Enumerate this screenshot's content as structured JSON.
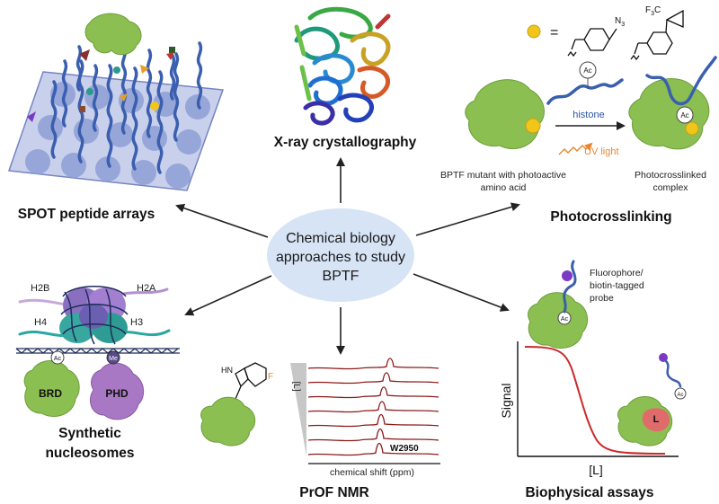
{
  "center": {
    "line1": "Chemical biology",
    "line2": "approaches to study",
    "line3": "BPTF"
  },
  "xray": {
    "title": "X-ray crystallography"
  },
  "spot": {
    "title": "SPOT peptide arrays"
  },
  "photo": {
    "title": "Photocrosslinking",
    "equals": "=",
    "azide": "N",
    "azide_sub": "3",
    "diazirine": "F",
    "diazirine_sub": "3",
    "diazirine_c": "C",
    "ac": "Ac",
    "histone": "histone",
    "uv": "UV light",
    "mutant_line1": "BPTF mutant with photoactive",
    "mutant_line2": "amino acid",
    "complex_line1": "Photocrosslinked",
    "complex_line2": "complex"
  },
  "nucleosome": {
    "title_line1": "Synthetic",
    "title_line2": "nucleosomes",
    "h2b": "H2B",
    "h2a": "H2A",
    "h4": "H4",
    "h3": "H3",
    "brd": "BRD",
    "phd": "PHD",
    "ac": "Ac",
    "me": "Me"
  },
  "nmr": {
    "title": "PrOF NMR",
    "conc": "[L]",
    "peak": "W2950",
    "xaxis": "chemical shift (ppm)",
    "hn": "HN",
    "f": "F"
  },
  "assays": {
    "title": "Biophysical assays",
    "probe_line1": "Fluorophore/",
    "probe_line2": "biotin-tagged",
    "probe_line3": "probe",
    "ylabel": "Signal",
    "xlabel": "[L]",
    "ac": "Ac",
    "ligand": "L"
  },
  "colors": {
    "protein": "#8cbf52",
    "protein_dark": "#6b9e39",
    "bubble": "#d6e4f5",
    "arrow": "#222222",
    "peptide": "#3a5fae",
    "array": "#c5cdea",
    "spot": "#8f9fd6",
    "curve": "#cc2b2b",
    "histone_text": "#2f55a4",
    "uv": "#e7872f",
    "probe": "#7b3ac4",
    "ligand": "#e06b6b",
    "phd": "#a878c5"
  }
}
